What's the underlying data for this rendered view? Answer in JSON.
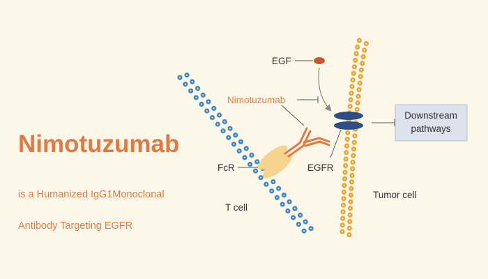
{
  "title": "Nimotuzumab",
  "subtitle_line1": "is a Humanized IgG1Monoclonal",
  "subtitle_line2": "Antibody Targeting EGFR",
  "labels": {
    "egf": "EGF",
    "nimotuzumab": "Nimotuzumab",
    "egfr": "EGFR",
    "fcr": "FcR",
    "t_cell": "T cell",
    "tumor_cell": "Tumor cell",
    "downstream_line1": "Downstream",
    "downstream_line2": "pathways"
  },
  "colors": {
    "background": "#fdf7ea",
    "accent": "#e07a45",
    "text_dark": "#333333",
    "t_cell_bead": "#3d88c5",
    "tumor_bead": "#e8a531",
    "receptor": "#2d4f86",
    "fcr": "#f7d48d",
    "antibody": "#e07a45",
    "egf": "#c9582a",
    "box_fill": "#dde3ed"
  }
}
